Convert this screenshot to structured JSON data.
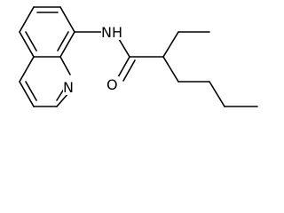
{
  "molecule": {
    "atom_labels": {
      "nh": "NH",
      "o": "O",
      "n": "N"
    },
    "colors": {
      "bond": "#000000",
      "label": "#000000",
      "background": "#ffffff"
    }
  }
}
